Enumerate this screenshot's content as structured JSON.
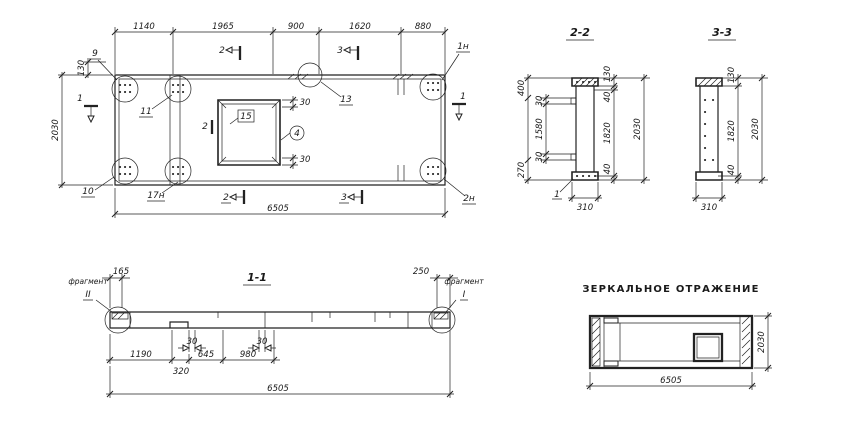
{
  "drawing": {
    "bg": "#ffffff",
    "ink": "#222222"
  },
  "plan": {
    "dims_top": [
      "1140",
      "1965",
      "900",
      "1620",
      "880"
    ],
    "dim_edge": "130",
    "dim_height": "2030",
    "dim_total": "6505",
    "callout_9": "9",
    "callout_11": "11",
    "callout_10": "10",
    "callout_17n": "17н",
    "callout_1n": "1н",
    "callout_2n": "2н",
    "callout_13": "13",
    "callout_15": "15",
    "callout_4": "4",
    "mark_1": "1",
    "mark_2": "2",
    "mark_3": "3",
    "opening_dim_top": "30",
    "opening_dim_bottom": "30"
  },
  "section22": {
    "title": "2-2",
    "dim_400": "400",
    "dim_30a": "30",
    "dim_1580": "1580",
    "dim_30b": "30",
    "dim_270": "270",
    "dim_130": "130",
    "dim_40a": "40",
    "dim_1820": "1820",
    "dim_40b": "40",
    "dim_2030": "2030",
    "dim_310": "310",
    "callout_1": "1"
  },
  "section33": {
    "title": "3-3",
    "dim_130": "130",
    "dim_1820": "1820",
    "dim_40": "40",
    "dim_2030": "2030",
    "dim_310": "310"
  },
  "section11": {
    "title": "1-1",
    "fragment_label": "фрагмент",
    "fragment_left_num": "II",
    "fragment_right_num": "I",
    "dim_165": "165",
    "dim_250": "250",
    "dim_30a": "30",
    "dim_30b": "30",
    "chain": [
      "1190",
      "320",
      "645",
      "980"
    ],
    "dim_total": "6505"
  },
  "mirror": {
    "title": "ЗЕРКАЛЬНОЕ ОТРАЖЕНИЕ",
    "dim_width": "6505",
    "dim_height": "2030"
  }
}
